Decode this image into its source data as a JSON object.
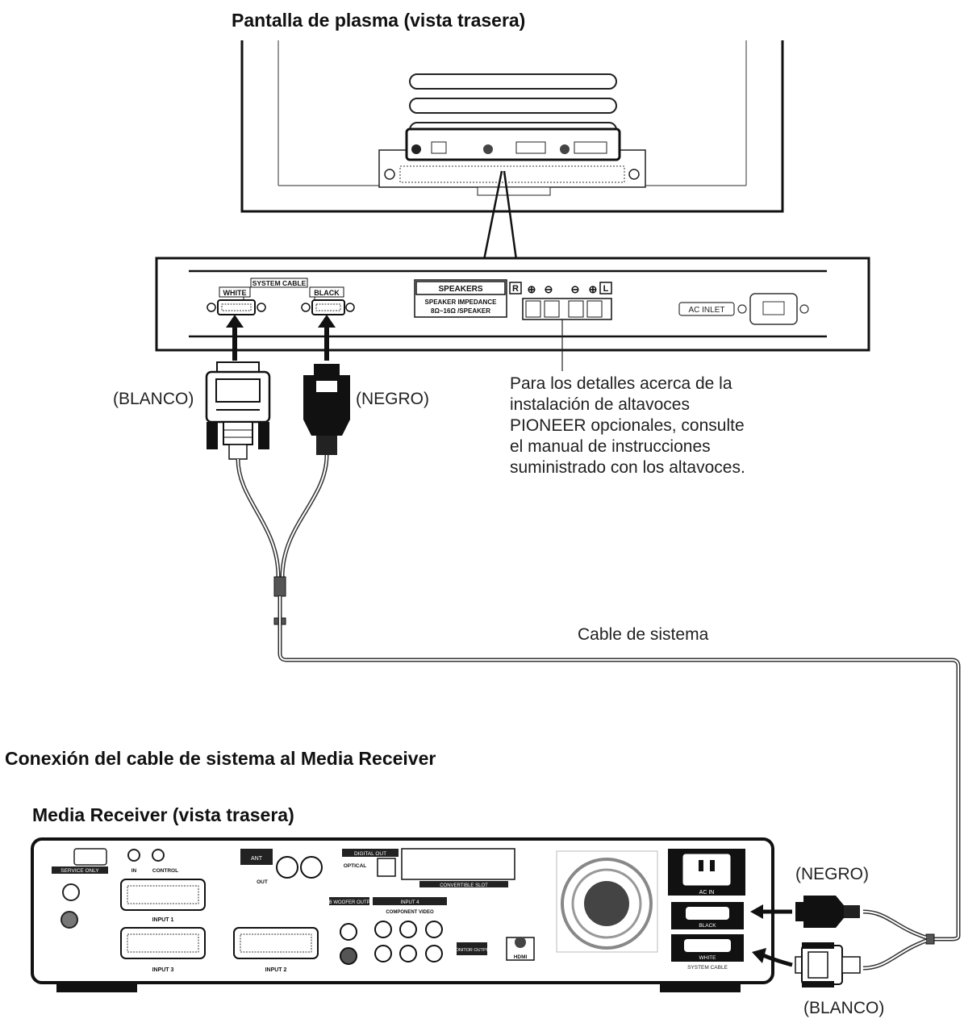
{
  "titles": {
    "plasma": "Pantalla de plasma (vista trasera)",
    "connection": "Conexión del cable de sistema al Media Receiver",
    "receiver": "Media Receiver (vista trasera)"
  },
  "plasma_panel": {
    "system_cable": "SYSTEM CABLE",
    "white": "WHITE",
    "black": "BLACK",
    "speakers": "SPEAKERS",
    "speaker_impedance": "SPEAKER IMPEDANCE",
    "impedance_value": "8Ω~16Ω /SPEAKER",
    "r": "R",
    "l": "L",
    "plus": "⊕",
    "minus": "⊖",
    "ac_inlet": "AC INLET"
  },
  "labels": {
    "blanco": "(BLANCO)",
    "negro": "(NEGRO)",
    "cable_de_sistema": "Cable de sistema",
    "speaker_note": [
      "Para los detalles acerca de la",
      "instalación de altavoces",
      "PIONEER opcionales, consulte",
      "el manual de instrucciones",
      "suministrado con los altavoces."
    ]
  },
  "receiver_panel": {
    "service_only": "SERVICE ONLY",
    "input1": "INPUT 1",
    "input2": "INPUT 2",
    "input3": "INPUT 3",
    "input4": "INPUT 4",
    "digital_out": "DIGITAL OUT",
    "optical": "OPTICAL",
    "ac_in": "AC IN",
    "black": "BLACK",
    "white": "WHITE",
    "system_cable": "SYSTEM CABLE",
    "hdmi": "HDMI",
    "monitor_output": "MONITOR OUTPUT",
    "sub_woofer_output": "SUB WOOFER OUTPUT",
    "component_video": "COMPONENT VIDEO",
    "control": "CONTROL",
    "in": "IN",
    "out": "OUT",
    "ant": "ANT",
    "convertible_slot": "CONVERTIBLE SLOT"
  }
}
